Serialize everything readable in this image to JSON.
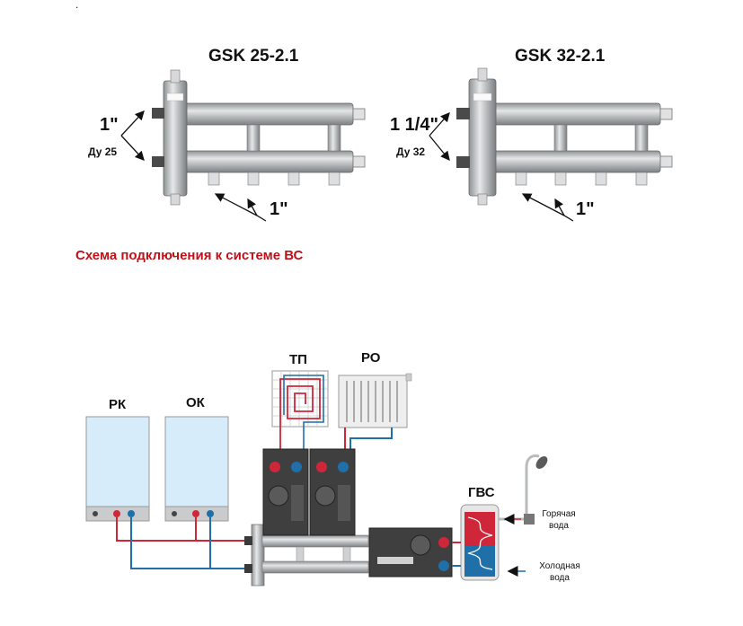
{
  "dot": ".",
  "manifold_left": {
    "title": "GSK 25-2.1",
    "side_size": "1\"",
    "side_dn": "Ду 25",
    "bottom_size": "1\""
  },
  "manifold_right": {
    "title": "GSK 32-2.1",
    "side_size": "1 1/4\"",
    "side_dn": "Ду 32",
    "bottom_size": "1\""
  },
  "caption": "Схема подключения к системе ВС",
  "caption_color": "#c0111a",
  "labels": {
    "rk": "РК",
    "ok": "ОК",
    "tp": "ТП",
    "ro": "РО",
    "gvs": "ГВС"
  },
  "hot_water": "Горячая вода",
  "cold_water": "Холодная вода",
  "colors": {
    "supply": "#d0263a",
    "return": "#1f6fa8",
    "steel": "#b9bcbe",
    "dark": "#3a3a3a"
  }
}
